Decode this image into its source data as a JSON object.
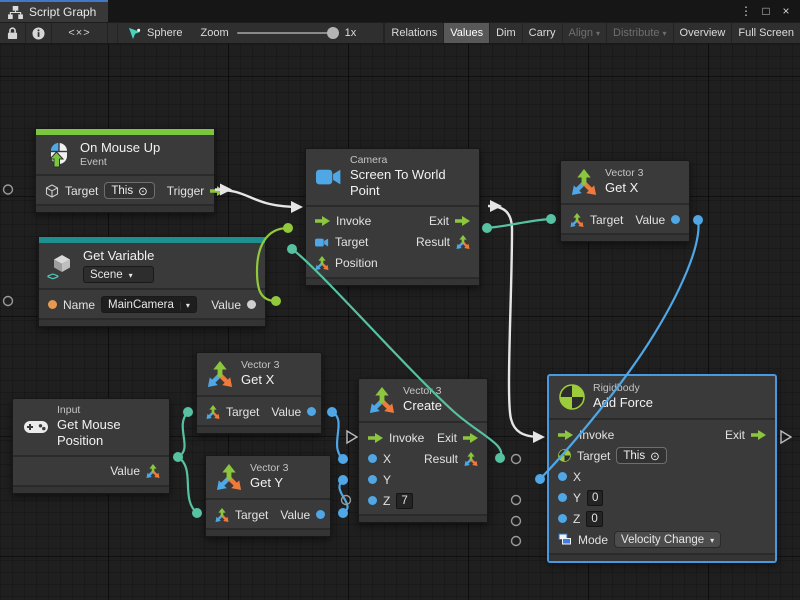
{
  "window": {
    "tab_label": "Script Graph",
    "controls": {
      "menu": "⋮",
      "maximize": "□",
      "close": "×"
    }
  },
  "toolbar": {
    "code_icon_label": "<×>",
    "selection_label": "Sphere",
    "zoom_label": "Zoom",
    "zoom_value": "1x",
    "buttons": [
      {
        "label": "Relations",
        "active": false,
        "disabled": false
      },
      {
        "label": "Values",
        "active": true,
        "disabled": false
      },
      {
        "label": "Dim",
        "active": false,
        "disabled": false
      },
      {
        "label": "Carry",
        "active": false,
        "disabled": false
      },
      {
        "label": "Align",
        "active": false,
        "disabled": true,
        "dropdown": true
      },
      {
        "label": "Distribute",
        "active": false,
        "disabled": true,
        "dropdown": true
      },
      {
        "label": "Overview",
        "active": false,
        "disabled": false
      },
      {
        "label": "Full Screen",
        "active": false,
        "disabled": false
      }
    ]
  },
  "ui": {
    "caret": "▾",
    "target_glyph": "⊙"
  },
  "colors": {
    "flow_wire": "#e6e6e6",
    "vector3_wire": "#57c2a2",
    "float_wire": "#4fa7e6",
    "object_wire": "#92c93c",
    "event_accent": "#7cc53f",
    "variable_accent": "#1d8f8f",
    "selection": "#4899e0",
    "name_port_orange": "#e89950"
  },
  "canvas": {
    "nodes": [
      {
        "id": "on-mouse-up",
        "title": "On Mouse Up",
        "subtitle": "Event",
        "ports": {
          "target": "Target",
          "target_value": "This",
          "trigger": "Trigger"
        }
      },
      {
        "id": "get-variable",
        "title": "Get Variable",
        "scope_value": "Scene",
        "ports": {
          "name": "Name",
          "name_value": "MainCamera",
          "value": "Value"
        }
      },
      {
        "id": "screen-to-world-point",
        "subtitle": "Camera",
        "title": "Screen To World Point",
        "ports": {
          "invoke": "Invoke",
          "exit": "Exit",
          "target": "Target",
          "result": "Result",
          "position": "Position"
        }
      },
      {
        "id": "get-x-top",
        "subtitle": "Vector 3",
        "title": "Get X",
        "ports": {
          "target": "Target",
          "value": "Value"
        }
      },
      {
        "id": "get-mouse-position",
        "subtitle": "Input",
        "title": "Get Mouse Position",
        "ports": {
          "value": "Value"
        }
      },
      {
        "id": "get-x-mid",
        "subtitle": "Vector 3",
        "title": "Get X",
        "ports": {
          "target": "Target",
          "value": "Value"
        }
      },
      {
        "id": "get-y",
        "subtitle": "Vector 3",
        "title": "Get Y",
        "ports": {
          "target": "Target",
          "value": "Value"
        }
      },
      {
        "id": "vector3-create",
        "subtitle": "Vector 3",
        "title": "Create",
        "ports": {
          "invoke": "Invoke",
          "exit": "Exit",
          "x": "X",
          "result": "Result",
          "y": "Y",
          "z": "Z",
          "z_value": "7"
        }
      },
      {
        "id": "add-force",
        "subtitle": "Rigidbody",
        "title": "Add Force",
        "selected": true,
        "ports": {
          "invoke": "Invoke",
          "exit": "Exit",
          "target": "Target",
          "target_value": "This",
          "x": "X",
          "y": "Y",
          "y_value": "0",
          "z": "Z",
          "z_value": "0",
          "mode": "Mode",
          "mode_value": "Velocity Change"
        }
      }
    ]
  }
}
